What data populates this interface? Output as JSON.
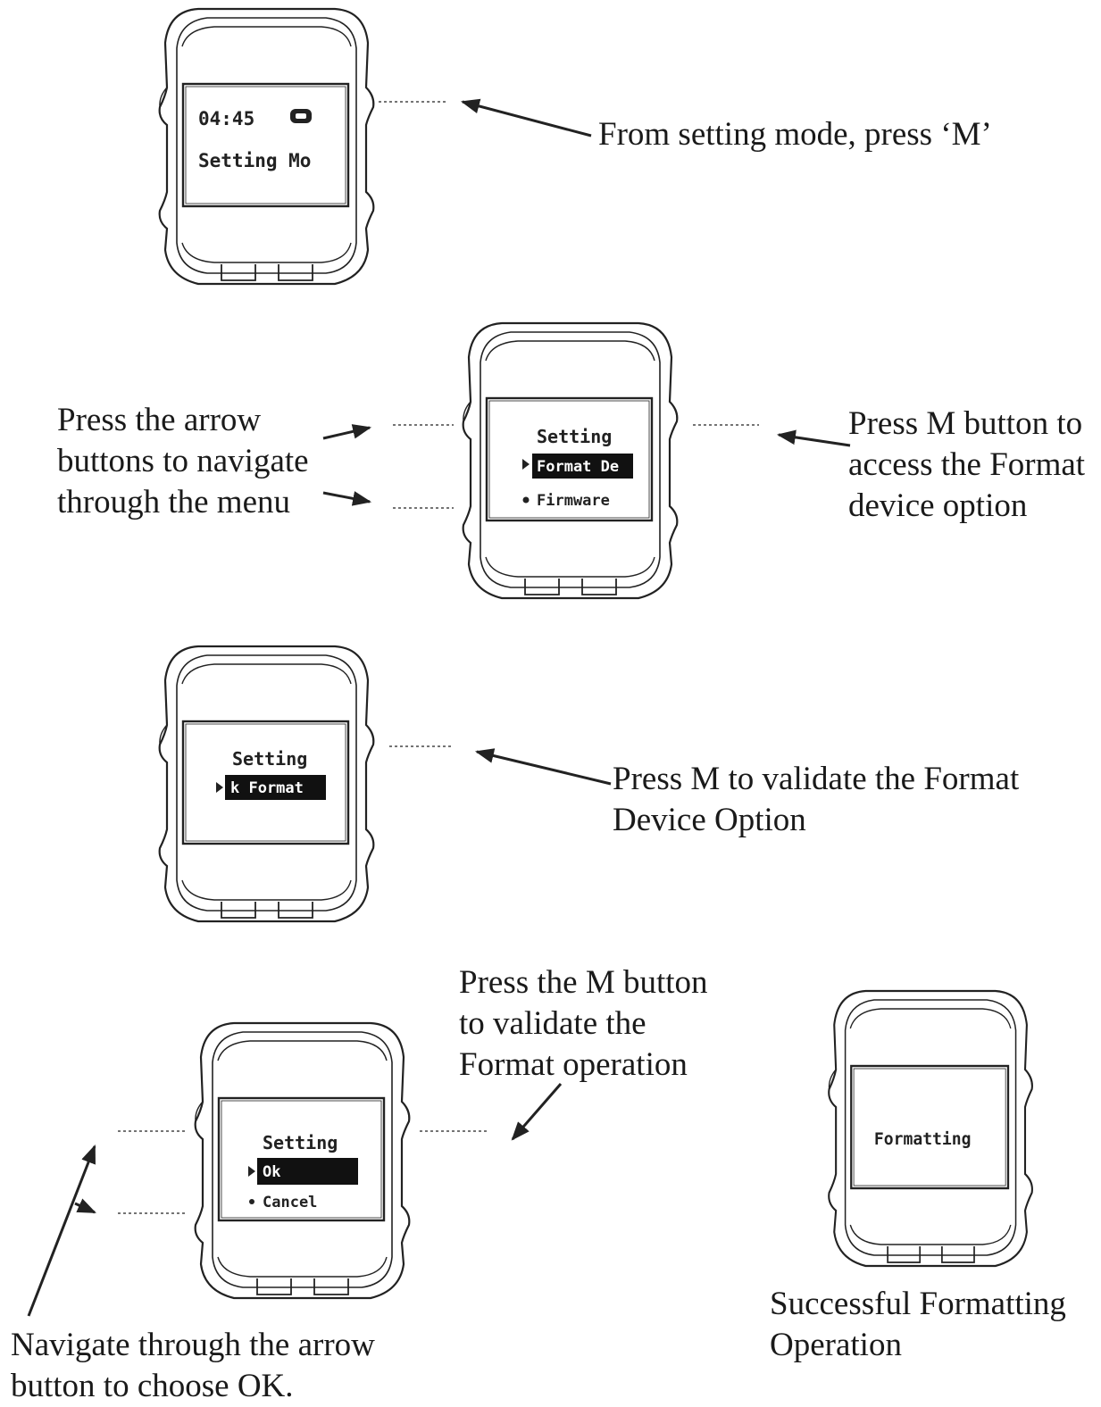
{
  "steps": [
    {
      "screen": {
        "time": "04:45",
        "title": "Setting Mo"
      },
      "caption": [
        "From setting mode, press ‘M’"
      ]
    },
    {
      "screen": {
        "title": "Setting",
        "selected": "Format De",
        "other": "Firmware"
      },
      "caption_left": [
        "Press the arrow",
        "buttons to navigate",
        "through the menu"
      ],
      "caption_right": [
        "Press M button to",
        "access the Format",
        "device option"
      ]
    },
    {
      "screen": {
        "title": "Setting",
        "selected": "k Format"
      },
      "caption": [
        "Press M to validate the Format",
        "Device Option"
      ]
    },
    {
      "screen": {
        "title": "Setting",
        "selected": "Ok",
        "other": "Cancel"
      },
      "caption_top": [
        "Press the M button",
        "to validate the",
        "Format operation"
      ],
      "caption_bottom": [
        "Navigate through the arrow",
        "button to choose OK."
      ]
    },
    {
      "screen": {
        "message": "Formatting"
      },
      "caption": [
        "Successful Formatting",
        "Operation"
      ]
    }
  ],
  "colors": {
    "ink": "#222222",
    "paper": "#ffffff"
  },
  "icons": [
    "battery-icon",
    "triangle-pointer-icon",
    "bullet-icon",
    "arrow-icon"
  ]
}
